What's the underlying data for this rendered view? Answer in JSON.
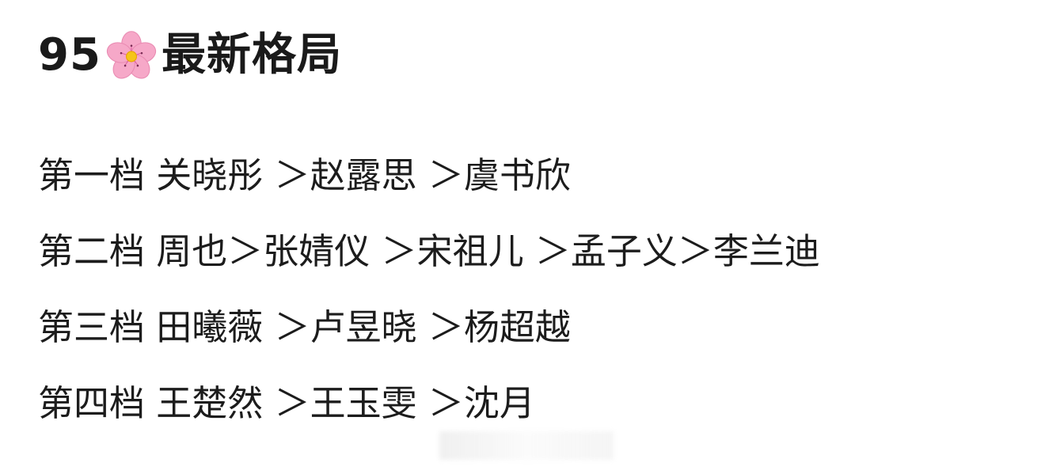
{
  "title": {
    "prefix": "95",
    "emoji": "cherry-blossom-icon",
    "text": "最新格局"
  },
  "tiers": [
    {
      "label": "第一档",
      "names": [
        "关晓彤",
        "赵露思",
        "虞书欣"
      ],
      "line": "第一档 关晓彤 ＞赵露思 ＞虞书欣"
    },
    {
      "label": "第二档",
      "names": [
        "周也",
        "张婧仪",
        "宋祖儿",
        "孟子义",
        "李兰迪"
      ],
      "line": "第二档 周也＞张婧仪 ＞宋祖儿 ＞孟子义＞李兰迪"
    },
    {
      "label": "第三档",
      "names": [
        "田曦薇",
        "卢昱晓",
        "杨超越"
      ],
      "line": "第三档 田曦薇 ＞卢昱晓 ＞杨超越"
    },
    {
      "label": "第四档",
      "names": [
        "王楚然",
        "王玉雯",
        "沈月"
      ],
      "line": "第四档 王楚然 ＞王玉雯 ＞沈月"
    }
  ],
  "colors": {
    "text": "#1a1a1a",
    "blossom_petal": "#f6a8c8",
    "blossom_center": "#f5c518"
  }
}
